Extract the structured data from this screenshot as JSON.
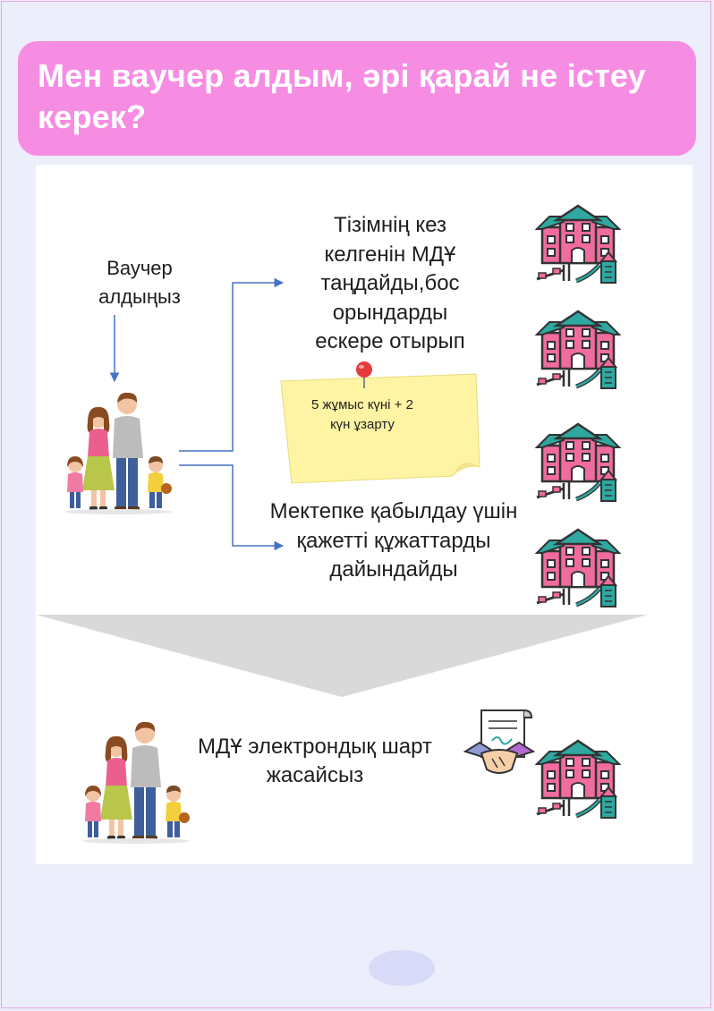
{
  "title": "Мен ваучер алдым, әрі қарай не істеу керек?",
  "steps": {
    "voucher": "Ваучер алдыңыз",
    "choose_kindergarten": "Тізімнің кез келгенін МДҰ таңдайды,бос орындарды ескере отырып",
    "note": "5 жұмыс күні + 2 күн ұзарту",
    "prepare_documents": "Мектепке қабылдау үшін қажетті құжаттарды дайындайды",
    "contract": "МДҰ электрондық шарт жасайсыз"
  },
  "icons": {
    "family": "family-icon",
    "kindergarten": "kindergarten-building-icon",
    "playground": "playground-icon",
    "pushpin": "pushpin-icon",
    "contract": "contract-handshake-icon"
  },
  "colors": {
    "banner": "#f68de3",
    "background": "#eceefb",
    "arrow": "#4472c4",
    "building_pink": "#f06b9e",
    "roof_teal": "#2ea8a0",
    "note_yellow": "#fff4a3",
    "chevron_gray": "#d9d9d9"
  }
}
